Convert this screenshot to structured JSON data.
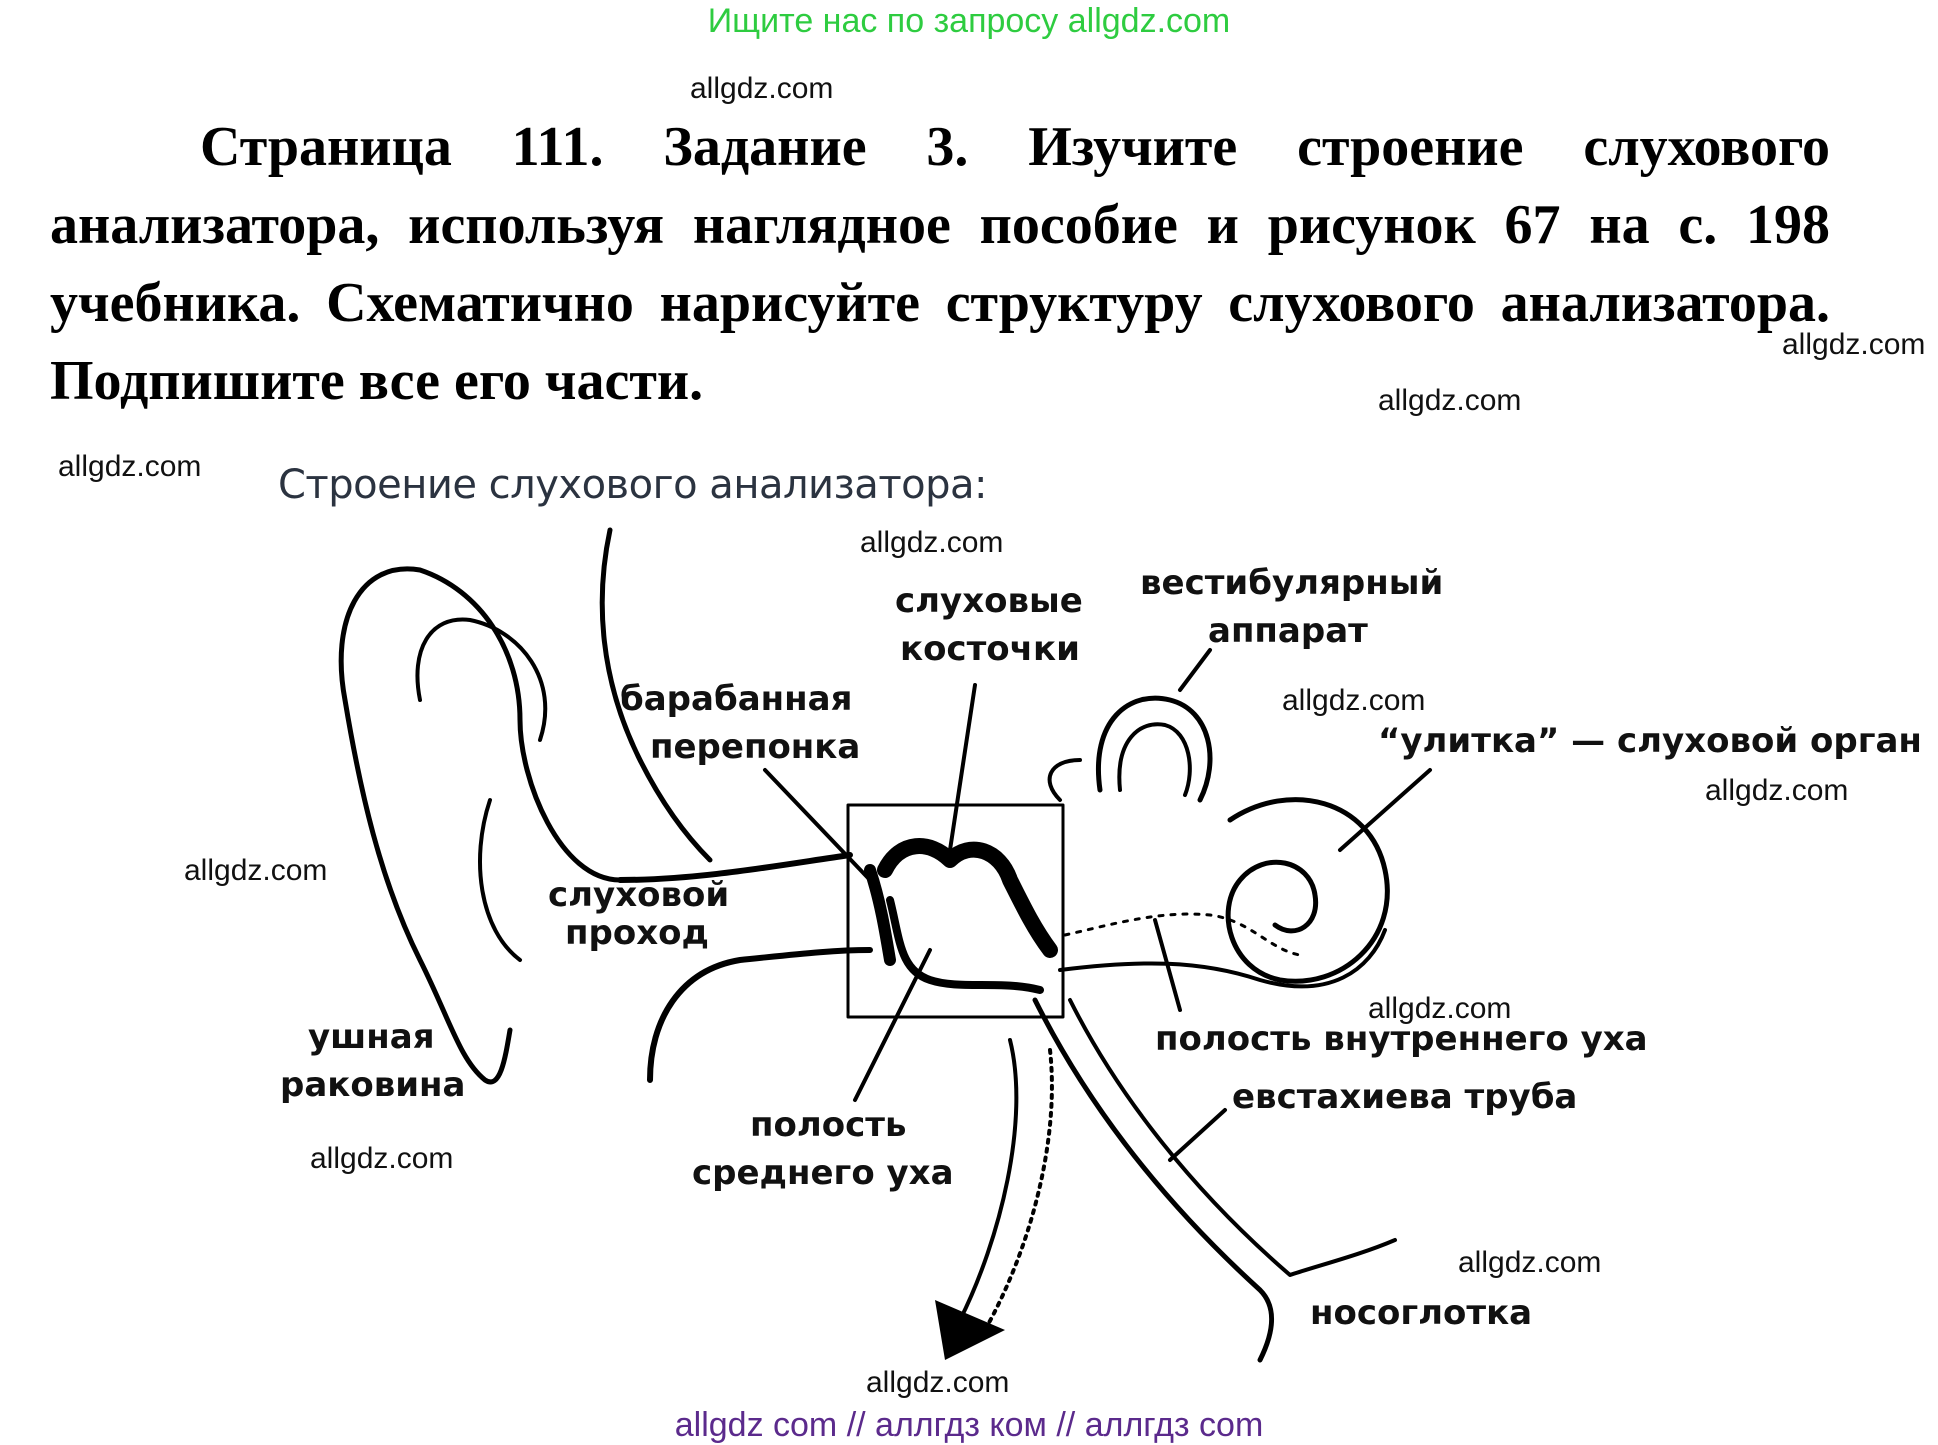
{
  "header": {
    "search_hint": "Ищите нас по запросу allgdz.com"
  },
  "watermark": "allgdz.com",
  "task": {
    "text": "Страница 111. Задание 3. Изучите строение слухового анализатора, используя наглядное пособие и рисунок 67 на с. 198 учебника. Схематично нарисуйте структуру слухового анализатора. Подпишите все его части."
  },
  "diagram": {
    "title": "Строение слухового анализатора:",
    "labels": {
      "ossicles_1": "слуховые",
      "ossicles_2": "косточки",
      "vestibular_1": "вестибулярный",
      "vestibular_2": "аппарат",
      "eardrum_1": "барабанная",
      "eardrum_2": "перепонка",
      "cochlea": "“улитка” — слуховой орган",
      "canal_1": "слуховой",
      "canal_2": "проход",
      "pinna_1": "ушная",
      "pinna_2": "раковина",
      "inner_cavity": "полость внутреннего уха",
      "eustachian": "евстахиева труба",
      "middle_1": "полость",
      "middle_2": "среднего уха",
      "nasopharynx": "носоглотка"
    }
  },
  "footer": {
    "links": "allgdz com  //  аллгдз ком  //  аллгдз com"
  }
}
